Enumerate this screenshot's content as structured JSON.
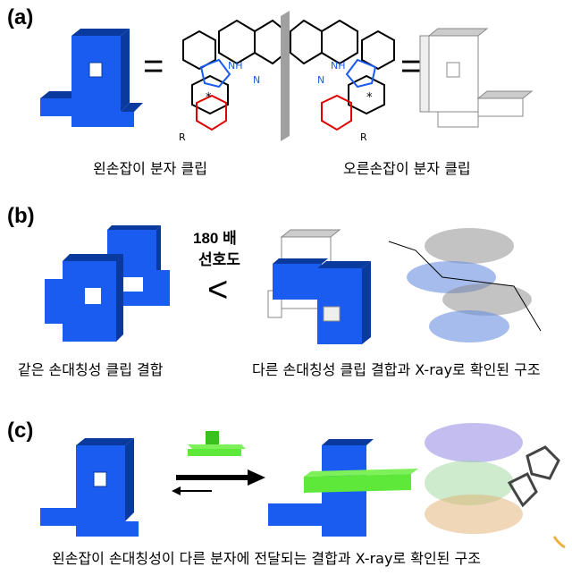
{
  "panels": {
    "a": {
      "label": "(a)",
      "equals": "=",
      "left_caption": "왼손잡이 분자 클립",
      "right_caption": "오른손잡이 분자 클립",
      "structure_labels": {
        "nh": "NH",
        "n": "N",
        "r": "R",
        "star": "*"
      }
    },
    "b": {
      "label": "(b)",
      "preference_value": "180 배",
      "preference_word": "선호도",
      "less_than": "<",
      "left_caption": "같은 손대칭성 클립 결합",
      "right_caption": "다른 손대칭성 클립 결합과 X-ray로 확인된 구조"
    },
    "c": {
      "label": "(c)",
      "caption": "왼손잡이 손대칭성이 다른 분자에 전달되는 결합과 X-ray로 확인된 구조"
    }
  },
  "colors": {
    "blue": "#1a5cf0",
    "blue_dark": "#0b3a9e",
    "green": "#5ee83a",
    "red": "#e00000",
    "gray": "#a0a0a0"
  }
}
